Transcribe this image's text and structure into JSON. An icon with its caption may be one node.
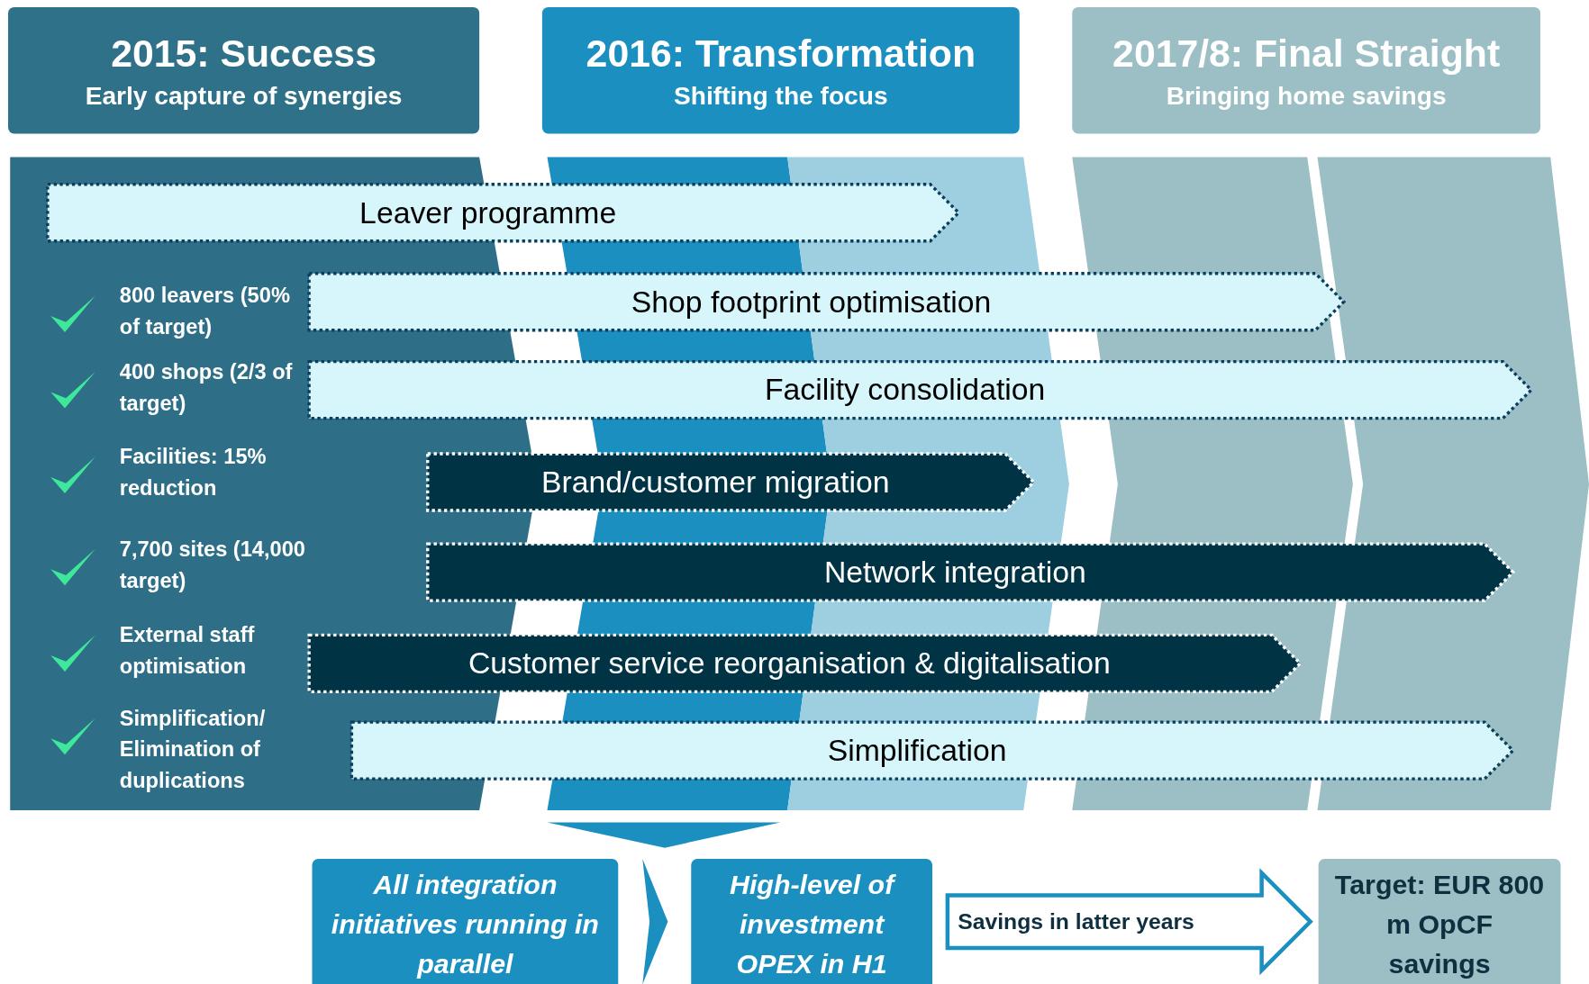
{
  "diagram": {
    "nodes": [
      {
        "text": [
          "2015: Success",
          "Early capture of synergies"
        ]
      },
      {
        "text": [
          "2016: Transformation",
          "Shifting the focus"
        ]
      },
      {
        "text": [
          "2017/8: Final Straight",
          "Bringing home savings"
        ]
      },
      {
        "text": [
          "Leaver programme"
        ]
      },
      {
        "text": [
          "Shop footprint optimisation"
        ]
      },
      {
        "text": [
          "Facility consolidation"
        ]
      },
      {
        "text": [
          "Brand/customer migration"
        ]
      },
      {
        "text": [
          "Network integration"
        ]
      },
      {
        "text": [
          "Customer service reorganisation & digitalisation"
        ]
      },
      {
        "text": [
          "Simplification"
        ]
      },
      {
        "text": [
          "All integration initiatives running in parallel"
        ]
      },
      {
        "text": [
          "High-level of investment OPEX in H1"
        ]
      },
      {
        "text": [
          "Target: EUR 800 m OpCF savings"
        ]
      }
    ],
    "edges": [
      {
        "from": 10,
        "to": 11,
        "arrow": "to"
      },
      {
        "from": 11,
        "to": 12,
        "arrow": "to",
        "label": "Savings in latter years"
      }
    ],
    "labels": [
      "800 leavers (50% of target)",
      "400 shops (2/3 of target)",
      "Facilities: 15% reduction",
      "7,700 sites (14,000 target)",
      "External staff optimisation",
      "Simplification/ Elimination of duplications"
    ]
  }
}
